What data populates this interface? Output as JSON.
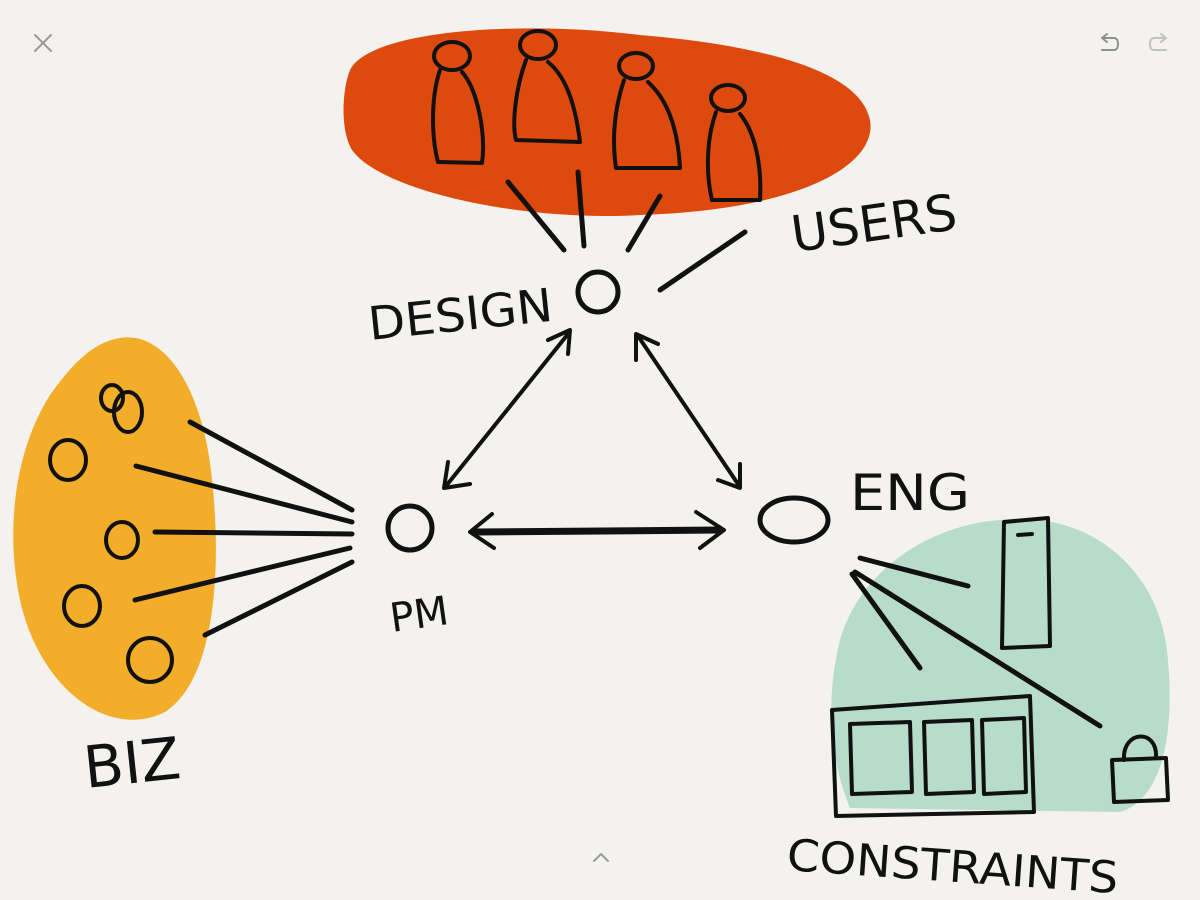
{
  "toolbar": {
    "close_icon": "close-icon",
    "undo_icon": "undo-icon",
    "redo_icon": "redo-icon",
    "expand_icon": "chevron-up-icon"
  },
  "diagram": {
    "labels": {
      "users": "USERS",
      "design": "DESIGN",
      "pm": "PM",
      "eng": "ENG",
      "biz": "BIZ",
      "constraints": "CONSTRAINTS"
    },
    "colors": {
      "users_blob": "#de4a0e",
      "biz_blob": "#f2ae2a",
      "constraints_blob": "#b7dcca",
      "ink": "#111111",
      "background": "#f3f2ee",
      "ui_icons": "#9a9a9a"
    }
  }
}
